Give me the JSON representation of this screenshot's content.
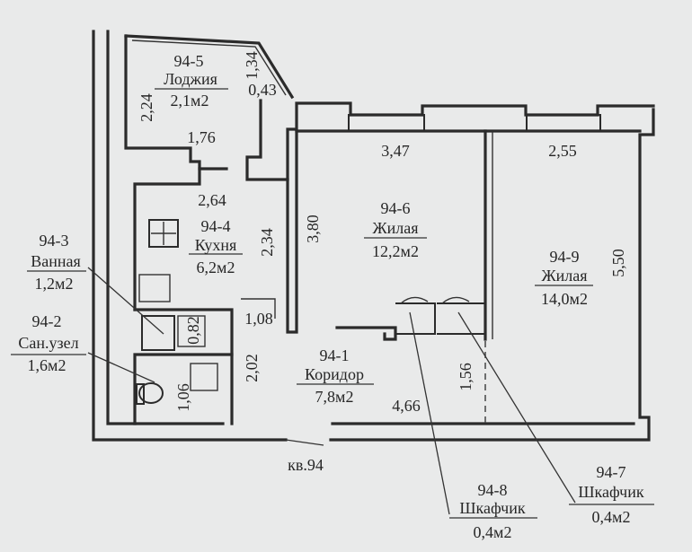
{
  "apartment": {
    "entrance_label": "кв.94"
  },
  "rooms": [
    {
      "id": "94-5",
      "name": "Лоджия",
      "area": "2,1м2"
    },
    {
      "id": "94-4",
      "name": "Кухня",
      "area": "6,2м2"
    },
    {
      "id": "94-3",
      "name": "Ванная",
      "area": "1,2м2"
    },
    {
      "id": "94-2",
      "name": "Сан.узел",
      "area": "1,6м2"
    },
    {
      "id": "94-6",
      "name": "Жилая",
      "area": "12,2м2"
    },
    {
      "id": "94-9",
      "name": "Жилая",
      "area": "14,0м2"
    },
    {
      "id": "94-1",
      "name": "Коридор",
      "area": "7,8м2"
    },
    {
      "id": "94-8",
      "name": "Шкафчик",
      "area": "0,4м2"
    },
    {
      "id": "94-7",
      "name": "Шкафчик",
      "area": "0,4м2"
    }
  ],
  "dimensions": {
    "loggia_height": "2,24",
    "loggia_width": "1,76",
    "loggia_side": "1,34",
    "loggia_bevel": "0,43",
    "kitchen_width": "2,64",
    "kitchen_depth": "2,34",
    "room6_width": "3,47",
    "room6_depth": "3,80",
    "room9_width": "2,55",
    "room9_depth": "5,50",
    "bath_width": "0,82",
    "corridor_notch": "1,08",
    "wc_depth": "2,02",
    "wc_width": "1,06",
    "corridor_length": "4,66",
    "corridor_recess": "1,56"
  }
}
